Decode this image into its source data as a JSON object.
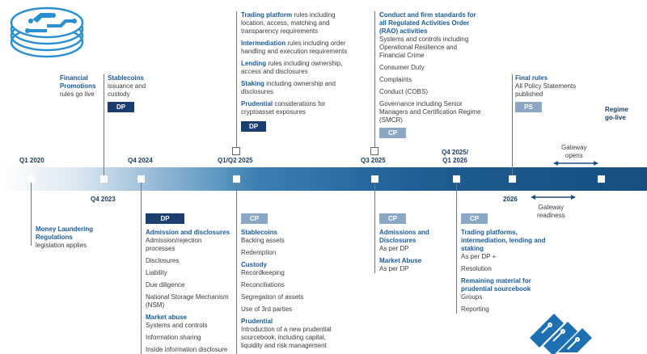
{
  "dates": {
    "q1_2020": "Q1 2020",
    "q4_2023": "Q4 2023",
    "q4_2024": "Q4 2024",
    "q1q2_2025": "Q1/Q2 2025",
    "q3_2025": "Q3 2025",
    "q4_2025_l1": "Q4 2025/",
    "q4_2025_l2": "Q1 2026",
    "y2026": "2026"
  },
  "gateway": {
    "opens": "Gateway\nopens",
    "readiness": "Gateway\nreadiness"
  },
  "regime": {
    "label": "Regime\ngo-live"
  },
  "top": {
    "financial_promotions": {
      "heading": "Financial\nPromotions",
      "text": "rules go live"
    },
    "stablecoins": {
      "heading": "Stablecoins",
      "text": "issuance and\ncustody",
      "tag": "DP"
    },
    "col3": {
      "items": [
        {
          "heading": "Trading platform",
          "text": " rules including location, access, matching and transparency requirements"
        },
        {
          "heading": "Intermediation",
          "text": " rules including order handling and execution requirements"
        },
        {
          "heading": "Lending",
          "text": " rules including ownership, access and disclosures"
        },
        {
          "heading": "Staking",
          "text": " including ownership and disclosures"
        },
        {
          "heading": "Prudential",
          "text": " considerations for cryptoasset exposures"
        }
      ],
      "tag": "DP"
    },
    "col4": {
      "heading": "Conduct and firm standards for all Regulated Activities Order (RAO) activities",
      "lines": [
        "Systems and controls including Operational Resilience and Financial Crime",
        "Consumer Duty",
        "Complaints",
        "Conduct (COBS)",
        "Governance including Senior Managers and Certification Regime (SMCR)"
      ],
      "tag": "CP"
    },
    "final_rules": {
      "heading": "Final rules",
      "text": "All Policy Statements\npublished",
      "tag": "PS"
    }
  },
  "bottom": {
    "aml": {
      "heading": "Money Laundering\nRegulations",
      "text": "legislation applies"
    },
    "col2": {
      "tag": "DP",
      "heading1": "Admission and disclosures",
      "lines1": [
        "Admission/rejection processes",
        "Disclosures",
        "Liability",
        "Due diligence",
        "National Storage Mechanism (NSM)"
      ],
      "heading2": "Market abuse",
      "lines2": [
        "Systems and controls",
        "Information sharing",
        "Inside information disclosure"
      ]
    },
    "col3": {
      "tag": "CP",
      "heading1": "Stablecoins",
      "lines1": [
        "Backing assets",
        "Redemption"
      ],
      "heading2": "Custody",
      "lines2": [
        "Recordkeeping",
        "Reconciliations",
        "Segregation of assets",
        "Use of 3rd parties"
      ],
      "heading3": "Prudential",
      "lines3": [
        "Introduction of a new prudential sourcebook, including capital, liquidity and risk management"
      ]
    },
    "col4": {
      "tag": "CP",
      "heading1": "Admissions and\nDisclosures",
      "text1": "As per DP",
      "heading2": "Market Abuse",
      "text2": "As per DP"
    },
    "col5": {
      "tag": "CP",
      "heading1": "Trading platforms,\nintermediation, lending and\nstaking",
      "lines1": [
        "As per DP +",
        "Resolution"
      ],
      "heading2": "Remaining material for\nprudential sourcebook",
      "lines2": [
        "Groups",
        "Reporting"
      ]
    }
  },
  "colors": {
    "heading": "#1a5a9a",
    "tag_dark": "#1a3f6e",
    "tag_light": "#8aa7c4",
    "icon": "#2a8fd0"
  }
}
